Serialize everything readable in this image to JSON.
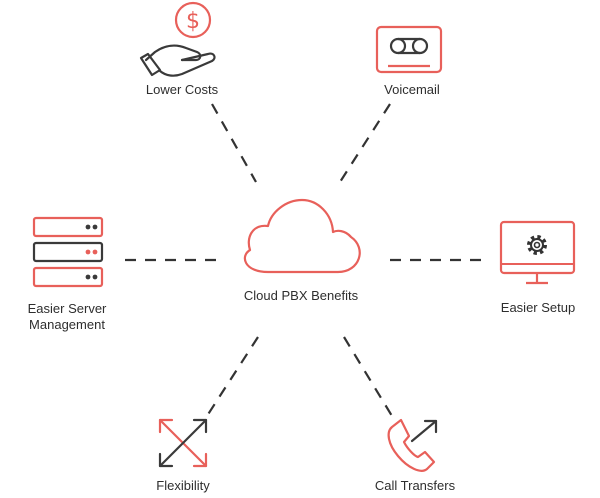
{
  "center": {
    "label": "Cloud PBX Benefits"
  },
  "benefits": {
    "lower_costs": {
      "label": "Lower Costs",
      "icon": "hand-dollar-icon"
    },
    "voicemail": {
      "label": "Voicemail",
      "icon": "voicemail-icon"
    },
    "server_management": {
      "label_lines": [
        "Easier Server",
        "Management"
      ],
      "icon": "server-stack-icon"
    },
    "easier_setup": {
      "label": "Easier Setup",
      "icon": "monitor-gear-icon"
    },
    "flexibility": {
      "label": "Flexibility",
      "icon": "expand-arrows-icon"
    },
    "call_transfers": {
      "label": "Call Transfers",
      "icon": "phone-transfer-icon"
    }
  },
  "colors": {
    "accent": "#e8605a",
    "dark": "#3a3a3a",
    "text": "#2e2e2e"
  }
}
